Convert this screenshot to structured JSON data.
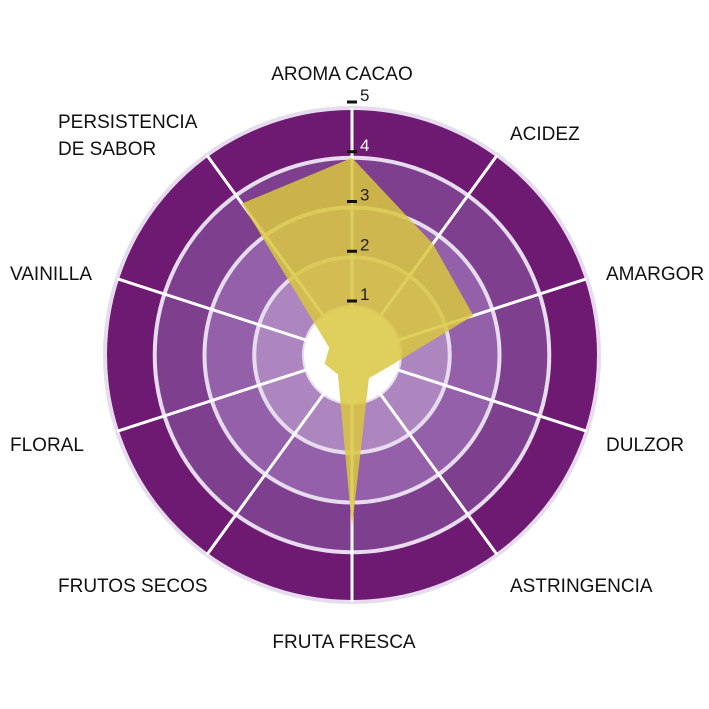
{
  "chart_data": {
    "type": "radar",
    "axes": [
      "AROMA CACAO",
      "ACIDEZ",
      "AMARGOR",
      "DULZOR",
      "ASTRINGENCIA",
      "FRUTA FRESCA",
      "FRUTOS SECOS",
      "FLORAL",
      "VAINILLA",
      "PERSISTENCIA DE SABOR"
    ],
    "axis_label_lines": [
      [
        "AROMA CACAO"
      ],
      [
        "ACIDEZ"
      ],
      [
        "AMARGOR"
      ],
      [
        "DULZOR"
      ],
      [
        "ASTRINGENCIA"
      ],
      [
        "FRUTA FRESCA"
      ],
      [
        "FRUTOS SECOS"
      ],
      [
        "FLORAL"
      ],
      [
        "VAINILLA"
      ],
      [
        "PERSISTENCIA",
        "DE SABOR"
      ]
    ],
    "ticks": [
      "1",
      "2",
      "3",
      "4",
      "5"
    ],
    "range": [
      0,
      5
    ],
    "series": [
      {
        "values": [
          4,
          2.8,
          2.6,
          0.8,
          0.6,
          3.5,
          0.5,
          0.6,
          0.5,
          3.8
        ],
        "color": "#d9c73f"
      }
    ],
    "ring_colors": [
      "#c8b0d6",
      "#ad86c0",
      "#9460a9",
      "#7e3f8e",
      "#6f1a72"
    ],
    "grid_color": "#ffffff",
    "ring_border_color": "#e6dcee"
  }
}
